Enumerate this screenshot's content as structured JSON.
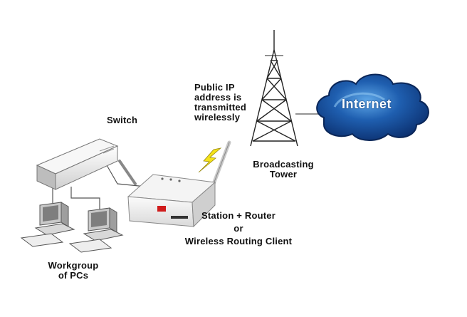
{
  "labels": {
    "switch": "Switch",
    "public_ip": [
      "Public IP",
      "address is",
      "transmitted",
      "wirelessly"
    ],
    "internet": "Internet",
    "tower": [
      "Broadcasting",
      "Tower"
    ],
    "router": [
      "Station + Router",
      "or",
      "Wireless Routing Client"
    ],
    "workgroup": [
      "Workgroup",
      "of PCs"
    ]
  },
  "colors": {
    "cloud_dark": "#0b2f6e",
    "cloud_mid": "#1f5fb0",
    "cloud_light": "#5fa8e8",
    "device_body": "#f2f2f2",
    "device_shadow": "#b9b9b9",
    "router_logo": "#d01c1c",
    "lightning": "#f4e21a",
    "line": "#555555"
  }
}
